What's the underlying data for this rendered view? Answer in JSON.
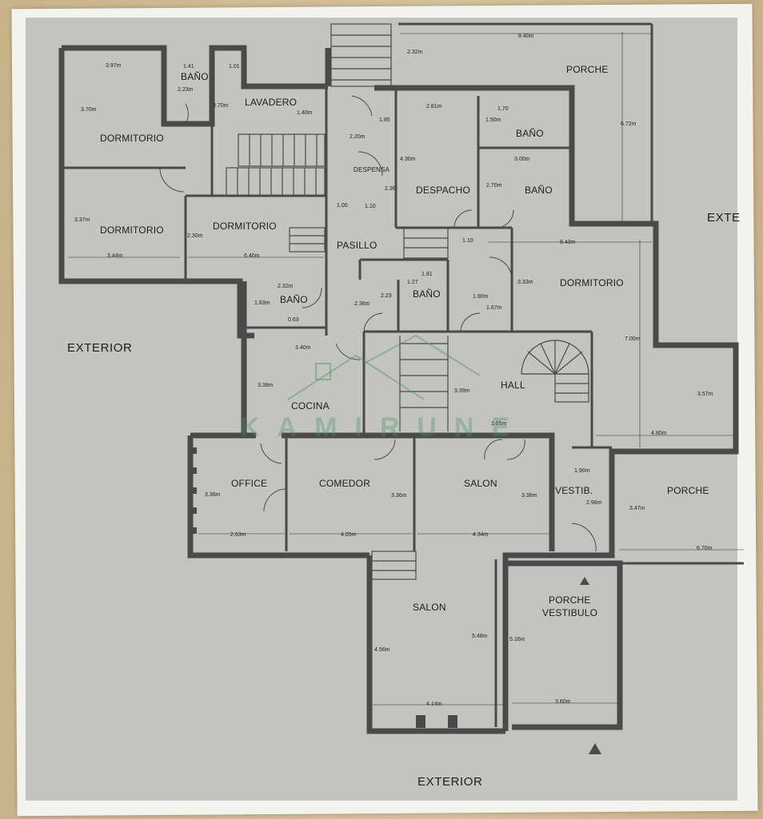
{
  "rooms": {
    "dormitorio_1": "DORMITORIO",
    "dormitorio_2": "DORMITORIO",
    "dormitorio_3": "DORMITORIO",
    "dormitorio_4": "DORMITORIO",
    "bano_1": "BAÑO",
    "bano_2": "BAÑO",
    "bano_3": "BAÑO",
    "bano_4": "BAÑO",
    "bano_5": "BAÑO",
    "lavadero": "LAVADERO",
    "despensa": "DESPENSA",
    "despacho": "DESPACHO",
    "pasillo": "PASILLO",
    "porche_1": "PORCHE",
    "porche_2": "PORCHE",
    "porche_vestibulo_1": "PORCHE",
    "porche_vestibulo_2": "VESTIBULO",
    "cocina": "COCINA",
    "hall": "HALL",
    "office": "OFFICE",
    "comedor": "COMEDOR",
    "salon_1": "SALON",
    "salon_2": "SALON",
    "vestib": "VESTIB."
  },
  "exterior": {
    "left": "EXTERIOR",
    "bottom": "EXTERIOR",
    "right": "EXTE"
  },
  "dimensions": {
    "d1": "3.97m",
    "d2": "1.41",
    "d3": "1.01",
    "d4": "2.23m",
    "d5": "3.70m",
    "d6": "3.70m",
    "d7": "1.40m",
    "d8": "2.32m",
    "d9": "8.40m",
    "d10": "6.72m",
    "d11": "2.81m",
    "d12": "1.70",
    "d13": "1.50m",
    "d14": "1.85",
    "d15": "2.20m",
    "d16": "4.30m",
    "d17": "3.00m",
    "d18": "2.36",
    "d19": "2.70m",
    "d20": "3.37m",
    "d21": "2.30m",
    "d22": "1.00",
    "d23": "1.10",
    "d24": "1.10",
    "d25": "8.43m",
    "d26": "3.44m",
    "d27": "6.40m",
    "d28": "1.81",
    "d29": "2.32m",
    "d30": "1.27",
    "d31": "1.83m",
    "d32": "2.36m",
    "d33": "2.23",
    "d34": "1.90m",
    "d35": "1.67m",
    "d36": "3.33m",
    "d37": "0.63",
    "d38": "3.40m",
    "d39": "7.00m",
    "d40": "3.38m",
    "d41": "3.57m",
    "d42": "4.80m",
    "d43": "1.90m",
    "d44": "3.36m",
    "d45": "3.36m",
    "d46": "3.36m",
    "d47": "2.98m",
    "d48": "3.47m",
    "d49": "2.63m",
    "d50": "4.05m",
    "d51": "4.34m",
    "d52": "6.70m",
    "d53": "4.56m",
    "d54": "5.48m",
    "d55": "5.16m",
    "d56": "4.14m",
    "d57": "3.60m",
    "d58": "3.39m",
    "d59": "1.65m"
  },
  "watermark": {
    "brand": "KAMIRUNE"
  },
  "colors": {
    "paper": "#f2f2ef",
    "plan": "#c3c3c0",
    "wall": "#4a4a4a",
    "watermark": "#4c9a6a",
    "table": "#cfb98f"
  }
}
